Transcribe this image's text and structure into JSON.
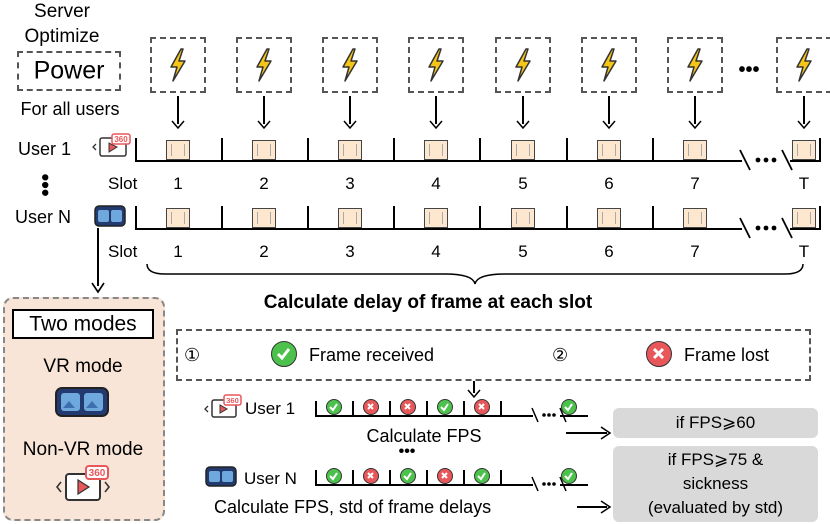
{
  "server": {
    "line1": "Server",
    "line2": "Optimize",
    "power": "Power",
    "line3": "For all users"
  },
  "users": {
    "user1": "User 1",
    "userN": "User N"
  },
  "slot_label": "Slot",
  "slots": [
    "1",
    "2",
    "3",
    "4",
    "5",
    "6",
    "7",
    "T"
  ],
  "dots": "•••",
  "calc_title": "Calculate delay of frame at each slot",
  "legend": {
    "num1": "①",
    "received": "Frame received",
    "num2": "②",
    "lost": "Frame lost"
  },
  "modes": {
    "title": "Two modes",
    "vr": "VR mode",
    "nonvr": "Non-VR mode"
  },
  "bottom": {
    "user1": "User 1",
    "userN": "User N",
    "calc1": "Calculate FPS",
    "calc2": "Calculate FPS, std of frame delays",
    "cond1": "if FPS⩾60",
    "cond2_l1": "if FPS⩾75 &",
    "cond2_l2": "sickness",
    "cond2_l3": "(evaluated by std)"
  },
  "colors": {
    "frame": "#fde8cf",
    "bolt": "#f5c518",
    "received": "#4cc24c",
    "lost": "#e8575a",
    "panel": "#f8e5d8"
  }
}
